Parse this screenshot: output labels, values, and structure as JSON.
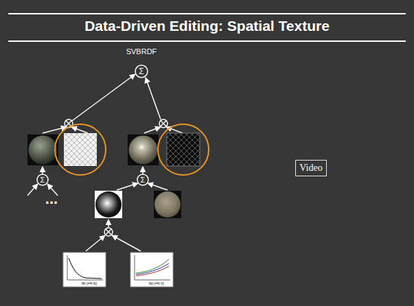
{
  "diagram": {
    "title": "Data-Driven Editing: Spatial Texture",
    "nodes": [
      {
        "text": [
          "Video"
        ]
      }
    ],
    "labels": [
      "SVBRDF",
      "Σ",
      "Σ",
      "Σ",
      "...",
      "θh (=H·N)",
      "θd (=H·V)"
    ]
  }
}
